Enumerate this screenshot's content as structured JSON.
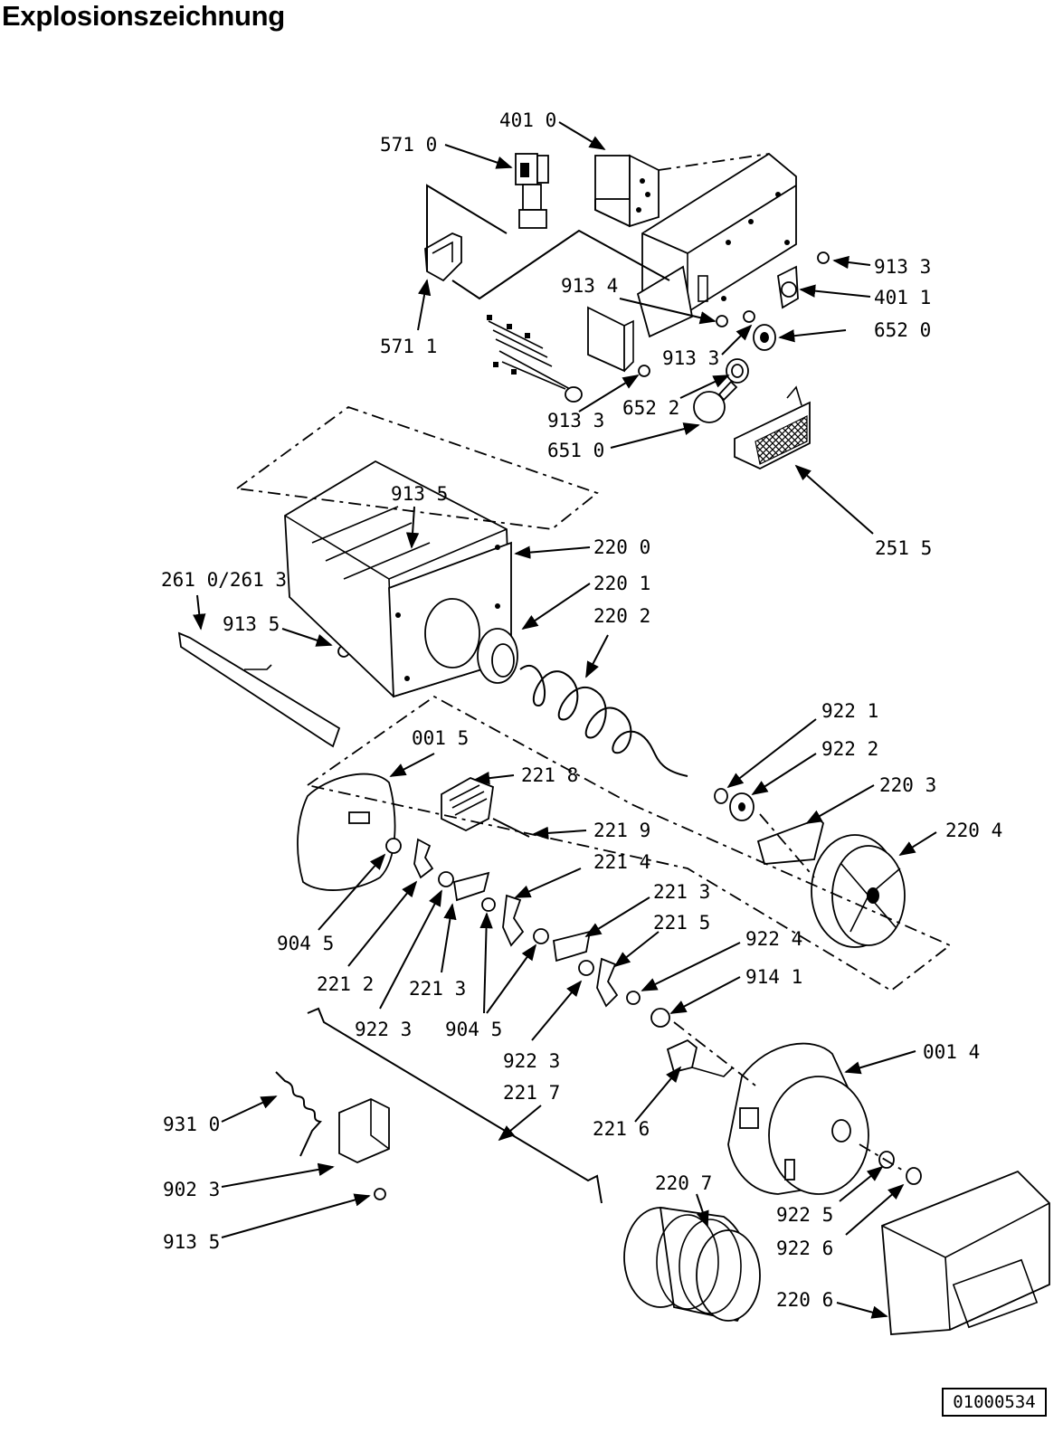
{
  "title": "Explosionszeichnung",
  "doc_number": "01000534",
  "labels": [
    {
      "id": "l1",
      "text": "401 0"
    },
    {
      "id": "l2",
      "text": "571 0"
    },
    {
      "id": "l3",
      "text": "913 3"
    },
    {
      "id": "l4",
      "text": "913 4"
    },
    {
      "id": "l5",
      "text": "401 1"
    },
    {
      "id": "l6",
      "text": "652 0"
    },
    {
      "id": "l7",
      "text": "571 1"
    },
    {
      "id": "l8",
      "text": "913 3"
    },
    {
      "id": "l9",
      "text": "913 3"
    },
    {
      "id": "l10",
      "text": "652 2"
    },
    {
      "id": "l11",
      "text": "651 0"
    },
    {
      "id": "l12",
      "text": "913 5"
    },
    {
      "id": "l13",
      "text": "220 0"
    },
    {
      "id": "l14",
      "text": "261 0/261 3"
    },
    {
      "id": "l15",
      "text": "220 1"
    },
    {
      "id": "l16",
      "text": "220 2"
    },
    {
      "id": "l17",
      "text": "251 5"
    },
    {
      "id": "l18",
      "text": "913 5"
    },
    {
      "id": "l19",
      "text": "922 1"
    },
    {
      "id": "l20",
      "text": "922 2"
    },
    {
      "id": "l21",
      "text": "001 5"
    },
    {
      "id": "l22",
      "text": "221 8"
    },
    {
      "id": "l23",
      "text": "220 3"
    },
    {
      "id": "l24",
      "text": "221 9"
    },
    {
      "id": "l25",
      "text": "220 4"
    },
    {
      "id": "l26",
      "text": "221 4"
    },
    {
      "id": "l27",
      "text": "221 3"
    },
    {
      "id": "l28",
      "text": "221 5"
    },
    {
      "id": "l29",
      "text": "922 4"
    },
    {
      "id": "l30",
      "text": "904 5"
    },
    {
      "id": "l31",
      "text": "914 1"
    },
    {
      "id": "l32",
      "text": "221 2"
    },
    {
      "id": "l33",
      "text": "221 3"
    },
    {
      "id": "l34",
      "text": "922 3"
    },
    {
      "id": "l35",
      "text": "904 5"
    },
    {
      "id": "l36",
      "text": "922 3"
    },
    {
      "id": "l37",
      "text": "001 4"
    },
    {
      "id": "l38",
      "text": "221 7"
    },
    {
      "id": "l39",
      "text": "221 6"
    },
    {
      "id": "l40",
      "text": "931 0"
    },
    {
      "id": "l41",
      "text": "220 7"
    },
    {
      "id": "l42",
      "text": "902 3"
    },
    {
      "id": "l43",
      "text": "922 5"
    },
    {
      "id": "l44",
      "text": "922 6"
    },
    {
      "id": "l45",
      "text": "913 5"
    },
    {
      "id": "l46",
      "text": "220 6"
    }
  ]
}
